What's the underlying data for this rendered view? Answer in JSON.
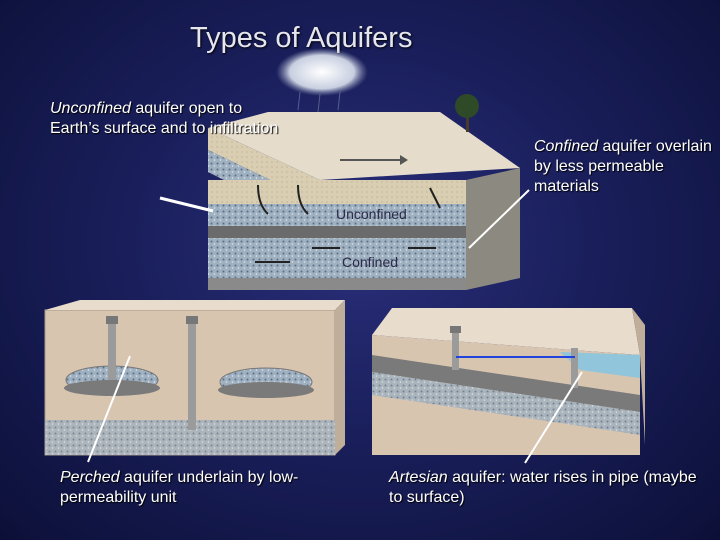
{
  "slide": {
    "title": "Types of Aquifers",
    "captions": {
      "unconfined": {
        "term": "Unconfined",
        "rest": " aquifer open to Earth’s surface and to infiltration"
      },
      "confined": {
        "term": "Confined",
        "rest": " aquifer overlain by less permeable materials"
      },
      "perched": {
        "term": "Perched",
        "rest": " aquifer underlain by low-permeability unit"
      },
      "artesian": {
        "term": "Artesian",
        "rest": " aquifer: water rises in pipe (maybe to surface)"
      }
    },
    "block_labels": {
      "unconfined": "Unconfined",
      "confined": "Confined"
    }
  },
  "colors": {
    "background": "#1a1f5c",
    "water_table": "#2244dd",
    "artesian_water": "#7fc4e6"
  }
}
